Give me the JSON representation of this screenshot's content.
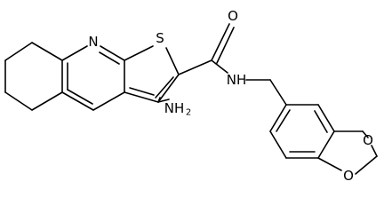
{
  "atom_labels": {
    "nitrogen_ring": "N",
    "sulfur": "S",
    "oxygen_carbonyl": "O",
    "amide_nh": "NH",
    "amino": "NH",
    "amino_subscript": "2",
    "oxygen_dioxole_top": "O",
    "oxygen_dioxole_bottom": "O"
  }
}
